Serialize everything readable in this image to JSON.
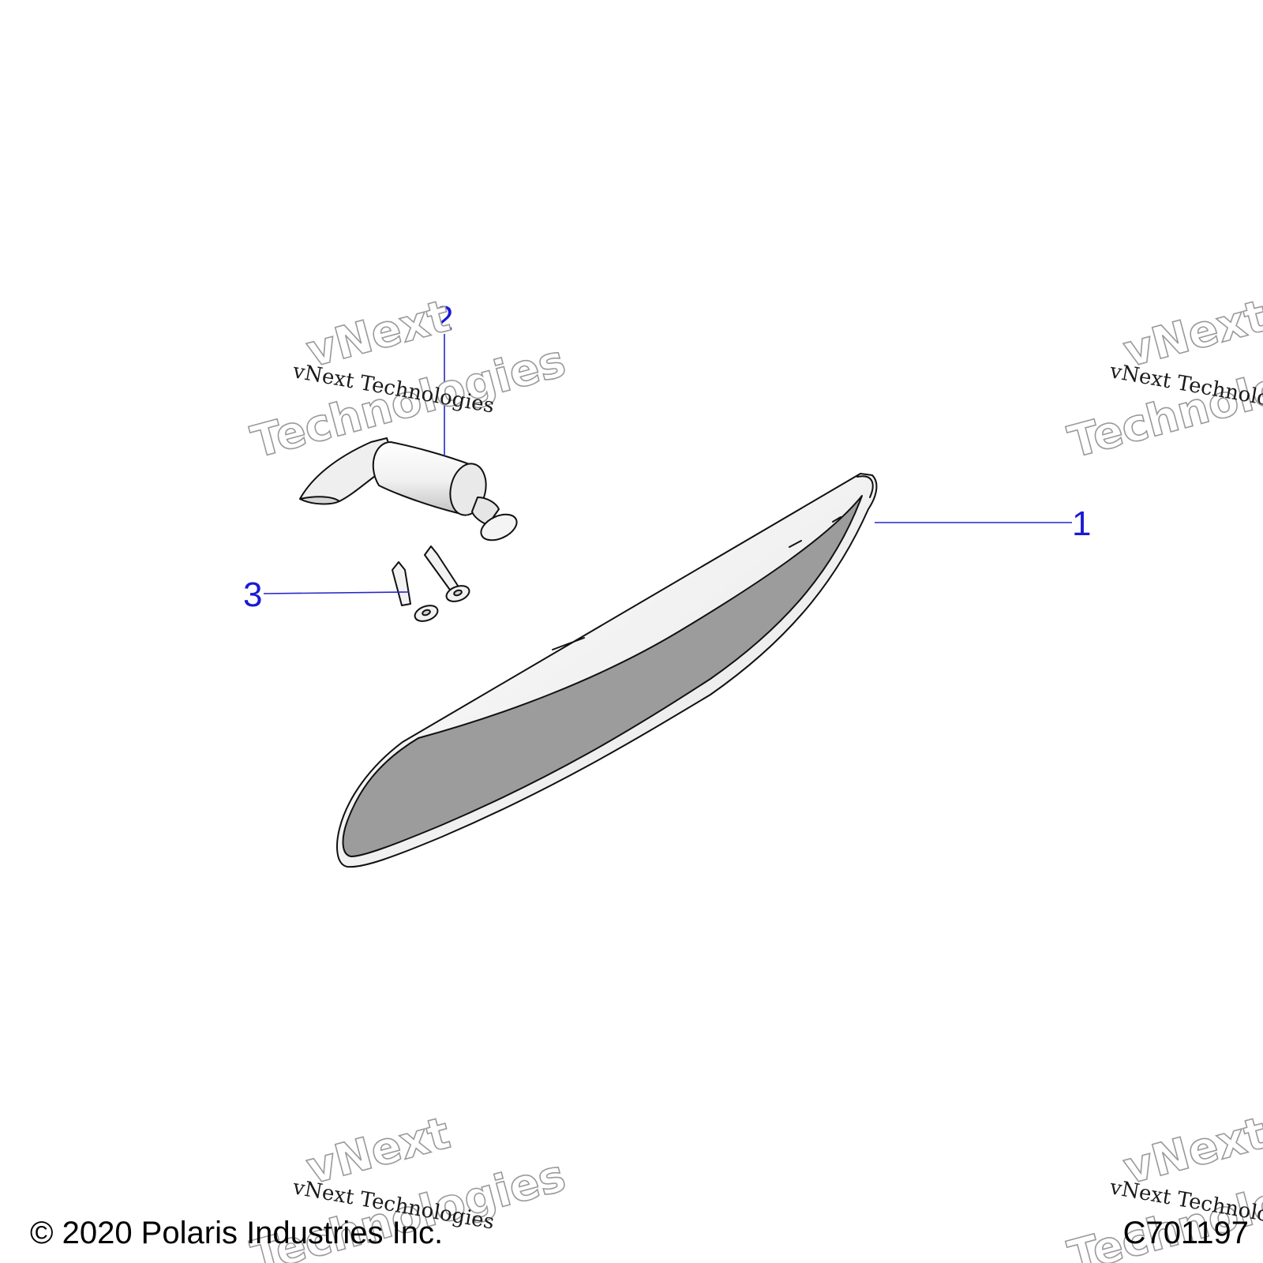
{
  "callouts": [
    {
      "number": "1"
    },
    {
      "number": "2"
    },
    {
      "number": "3"
    }
  ],
  "watermark": {
    "line_small": "vNext Technologies",
    "big_line1": "vNext",
    "big_line2": "Technologies"
  },
  "footer": {
    "copyright": "© 2020 Polaris Industries Inc.",
    "figure_code": "C701197"
  },
  "colors": {
    "callout": "#1a1ad6",
    "lens_gray": "#9c9c9c",
    "part_fill": "#f2f2f2"
  }
}
